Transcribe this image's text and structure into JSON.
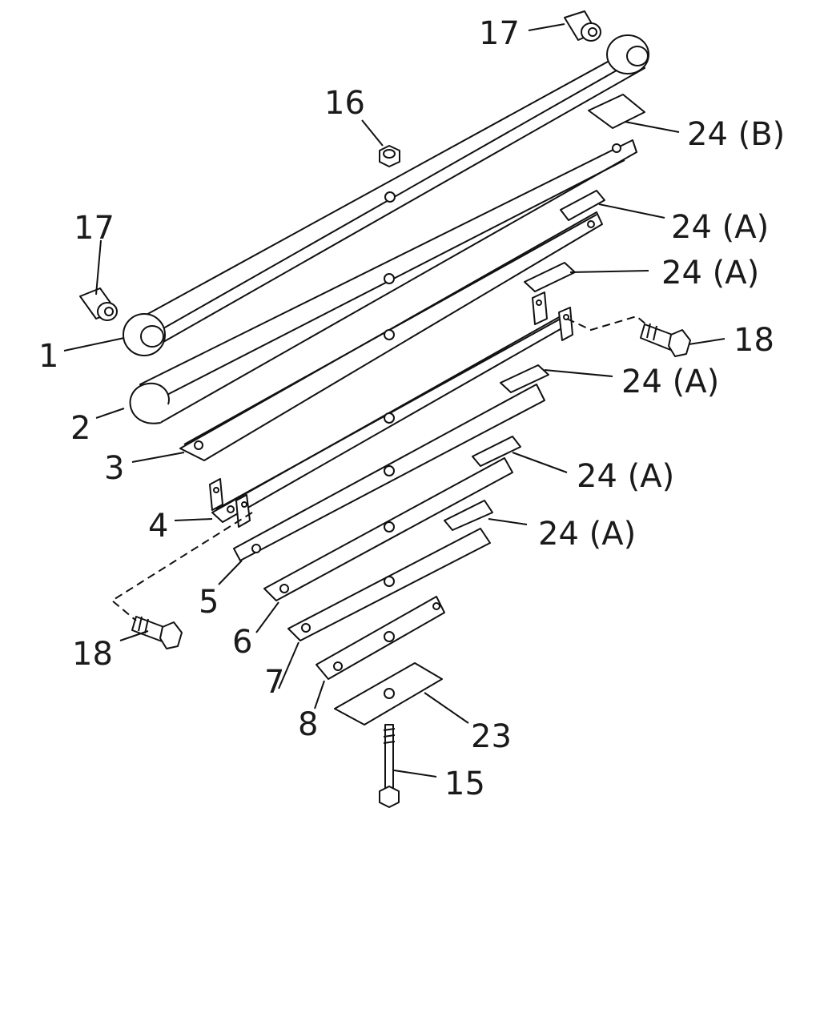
{
  "diagram": {
    "callouts": {
      "c17_top": "17",
      "c16": "16",
      "c24b": "24 (B)",
      "c24a_1": "24 (A)",
      "c24a_2": "24 (A)",
      "c17_left": "17",
      "c18_right": "18",
      "c1": "1",
      "c24a_3": "24 (A)",
      "c2": "2",
      "c3": "3",
      "c24a_4": "24 (A)",
      "c4": "4",
      "c24a_5": "24 (A)",
      "c5": "5",
      "c18_left": "18",
      "c6": "6",
      "c7": "7",
      "c23": "23",
      "c8": "8",
      "c15": "15"
    }
  }
}
